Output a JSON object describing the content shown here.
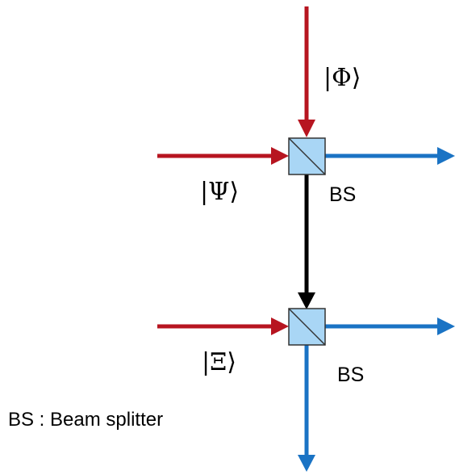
{
  "states": {
    "phi": "|Φ⟩",
    "psi": "|Ψ⟩",
    "xi": "|Ξ⟩"
  },
  "beam_splitters": {
    "top_label": "BS",
    "bottom_label": "BS"
  },
  "legend": "BS : Beam splitter",
  "colors": {
    "input_beam": "#b71520",
    "output_beam": "#1a73c4",
    "internal_beam": "#000000",
    "splitter_fill": "#a9d6f5",
    "splitter_stroke": "#333333"
  }
}
